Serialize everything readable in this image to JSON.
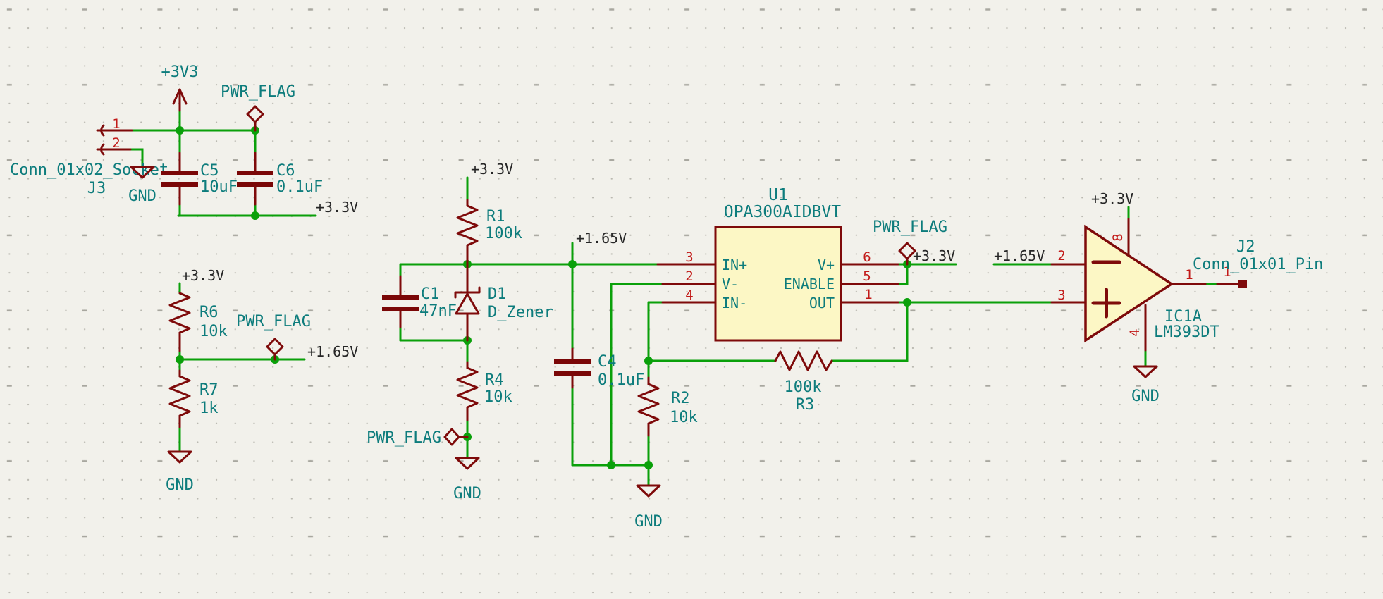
{
  "app": {
    "name": "kicad-schematic-canvas"
  },
  "colors": {
    "background": "#F2F1EB",
    "grid_dot": "#B9B8B0",
    "wire_green": "#0AA00A",
    "symbol_maroon": "#7E0A0A",
    "symbol_fill": "#FCF7C5",
    "pin_number_red": "#C21A18",
    "reference_teal": "#0D7C7C",
    "net_label_black": "#262626"
  },
  "power_labels": {
    "p3v3": "+3V3",
    "p33v": "+3.3V",
    "p165v": "+1.65V",
    "pwr_flag": "PWR_FLAG",
    "gnd": "GND"
  },
  "j3": {
    "ref": "J3",
    "value": "Conn_01x02_Socket",
    "pin1": "1",
    "pin2": "2"
  },
  "c5": {
    "ref": "C5",
    "value": "10uF"
  },
  "c6": {
    "ref": "C6",
    "value": "0.1uF"
  },
  "r6": {
    "ref": "R6",
    "value": "10k"
  },
  "r7": {
    "ref": "R7",
    "value": "1k"
  },
  "r1": {
    "ref": "R1",
    "value": "100k"
  },
  "c1": {
    "ref": "C1",
    "value": "47nF"
  },
  "d1": {
    "ref": "D1",
    "value": "D_Zener"
  },
  "r4": {
    "ref": "R4",
    "value": "10k"
  },
  "c4": {
    "ref": "C4",
    "value": "0.1uF"
  },
  "r2": {
    "ref": "R2",
    "value": "10k"
  },
  "r3": {
    "ref": "R3",
    "value": "100k"
  },
  "u1": {
    "ref": "U1",
    "value": "OPA300AIDBVT",
    "pin3_num": "3",
    "pin3_name": "IN+",
    "pin2_num": "2",
    "pin2_name": "V-",
    "pin4_num": "4",
    "pin4_name": "IN-",
    "pin6_num": "6",
    "pin6_name": "V+",
    "pin5_num": "5",
    "pin5_name": "ENABLE",
    "pin1_num": "1",
    "pin1_name": "OUT"
  },
  "ic1": {
    "ref": "IC1A",
    "value": "LM393DT",
    "pin2": "2",
    "pin3": "3",
    "pin8": "8",
    "pin4": "4",
    "pin1": "1"
  },
  "j2": {
    "ref": "J2",
    "value": "Conn_01x01_Pin",
    "pin1": "1"
  }
}
